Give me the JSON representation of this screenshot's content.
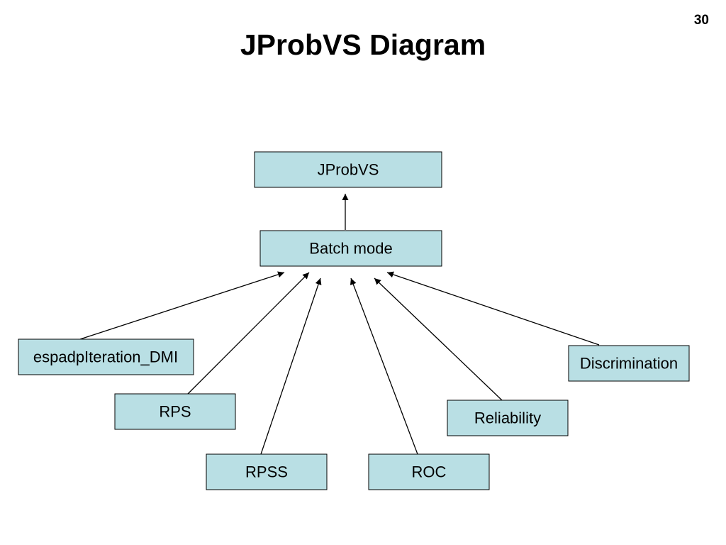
{
  "slide": {
    "page_number": "30",
    "title": "JProbVS Diagram"
  },
  "colors": {
    "node_fill": "#b9dfe4",
    "node_border": "#000000",
    "text": "#000000",
    "background": "#ffffff"
  },
  "diagram": {
    "nodes": [
      {
        "id": "jprobvs",
        "label": "JProbVS"
      },
      {
        "id": "batch",
        "label": "Batch mode"
      },
      {
        "id": "espad",
        "label": "espadpIteration_DMI"
      },
      {
        "id": "rps",
        "label": "RPS"
      },
      {
        "id": "rpss",
        "label": "RPSS"
      },
      {
        "id": "roc",
        "label": "ROC"
      },
      {
        "id": "reliability",
        "label": "Reliability"
      },
      {
        "id": "discrimination",
        "label": "Discrimination"
      }
    ],
    "edges": [
      {
        "from": "batch",
        "to": "jprobvs"
      },
      {
        "from": "espad",
        "to": "batch"
      },
      {
        "from": "rps",
        "to": "batch"
      },
      {
        "from": "rpss",
        "to": "batch"
      },
      {
        "from": "roc",
        "to": "batch"
      },
      {
        "from": "reliability",
        "to": "batch"
      },
      {
        "from": "discrimination",
        "to": "batch"
      }
    ]
  }
}
